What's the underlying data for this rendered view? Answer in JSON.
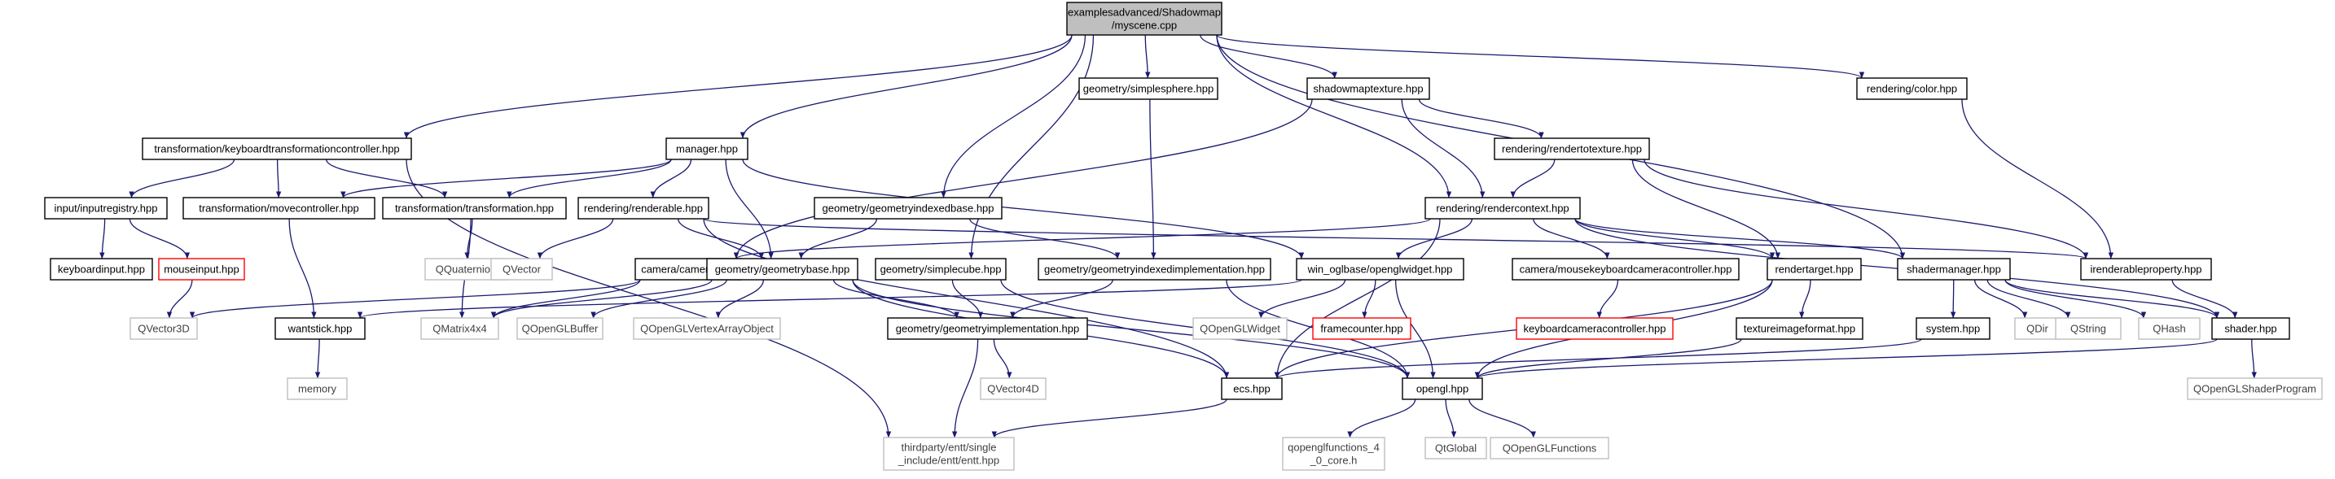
{
  "colors": {
    "edge": "#191970",
    "root_fill": "#bfbfbf",
    "root_stroke": "#000000",
    "node_fill": "#ffffff",
    "node_stroke": "#000000",
    "external_stroke": "#bfbfbf",
    "external_text": "#404040",
    "missing_stroke": "#ff0000",
    "node_text": "#000000"
  },
  "nodes": [
    {
      "id": "root",
      "kind": "root",
      "lines": [
        "examplesadvanced/Shadowmap",
        "/myscene.cpp"
      ]
    },
    {
      "id": "kbctrl",
      "kind": "normal",
      "lines": [
        "transformation/keyboardtransformationcontroller.hpp"
      ]
    },
    {
      "id": "manager",
      "kind": "normal",
      "lines": [
        "manager.hpp"
      ]
    },
    {
      "id": "simplesphere",
      "kind": "normal",
      "lines": [
        "geometry/simplesphere.hpp"
      ]
    },
    {
      "id": "shadowmaptexture",
      "kind": "normal",
      "lines": [
        "shadowmaptexture.hpp"
      ]
    },
    {
      "id": "color",
      "kind": "normal",
      "lines": [
        "rendering/color.hpp"
      ]
    },
    {
      "id": "inputregistry",
      "kind": "normal",
      "lines": [
        "input/inputregistry.hpp"
      ]
    },
    {
      "id": "movecontroller",
      "kind": "normal",
      "lines": [
        "transformation/movecontroller.hpp"
      ]
    },
    {
      "id": "transformation",
      "kind": "normal",
      "lines": [
        "transformation/transformation.hpp"
      ]
    },
    {
      "id": "renderable",
      "kind": "normal",
      "lines": [
        "rendering/renderable.hpp"
      ]
    },
    {
      "id": "geomindexedbase",
      "kind": "normal",
      "lines": [
        "geometry/geometryindexedbase.hpp"
      ]
    },
    {
      "id": "rendertotexture",
      "kind": "normal",
      "lines": [
        "rendering/rendertotexture.hpp"
      ]
    },
    {
      "id": "rendercontext",
      "kind": "normal",
      "lines": [
        "rendering/rendercontext.hpp"
      ]
    },
    {
      "id": "keyboardinput",
      "kind": "normal",
      "lines": [
        "keyboardinput.hpp"
      ]
    },
    {
      "id": "mouseinput",
      "kind": "missing",
      "lines": [
        "mouseinput.hpp"
      ]
    },
    {
      "id": "qquaternion",
      "kind": "external",
      "lines": [
        "QQuaternion"
      ]
    },
    {
      "id": "qvector",
      "kind": "external",
      "lines": [
        "QVector"
      ]
    },
    {
      "id": "camera",
      "kind": "normal",
      "lines": [
        "camera/camera.hpp"
      ]
    },
    {
      "id": "geombase",
      "kind": "normal",
      "lines": [
        "geometry/geometrybase.hpp"
      ]
    },
    {
      "id": "simplecube",
      "kind": "normal",
      "lines": [
        "geometry/simplecube.hpp"
      ]
    },
    {
      "id": "geomindexedimpl",
      "kind": "normal",
      "lines": [
        "geometry/geometryindexedimplementation.hpp"
      ]
    },
    {
      "id": "openglwidget",
      "kind": "normal",
      "lines": [
        "win_oglbase/openglwidget.hpp"
      ]
    },
    {
      "id": "mousekbcam",
      "kind": "normal",
      "lines": [
        "camera/mousekeyboardcameracontroller.hpp"
      ]
    },
    {
      "id": "rendertarget",
      "kind": "normal",
      "lines": [
        "rendertarget.hpp"
      ]
    },
    {
      "id": "shadermanager",
      "kind": "normal",
      "lines": [
        "shadermanager.hpp"
      ]
    },
    {
      "id": "irenderable",
      "kind": "normal",
      "lines": [
        "irenderableproperty.hpp"
      ]
    },
    {
      "id": "qvector3d",
      "kind": "external",
      "lines": [
        "QVector3D"
      ]
    },
    {
      "id": "wantstick",
      "kind": "normal",
      "lines": [
        "wantstick.hpp"
      ]
    },
    {
      "id": "qmatrix",
      "kind": "external",
      "lines": [
        "QMatrix4x4"
      ]
    },
    {
      "id": "qoglbuffer",
      "kind": "external",
      "lines": [
        "QOpenGLBuffer"
      ]
    },
    {
      "id": "qoglvao",
      "kind": "external",
      "lines": [
        "QOpenGLVertexArrayObject"
      ]
    },
    {
      "id": "geomimpl",
      "kind": "normal",
      "lines": [
        "geometry/geometryimplementation.hpp"
      ]
    },
    {
      "id": "qoglwidget",
      "kind": "external",
      "lines": [
        "QOpenGLWidget"
      ]
    },
    {
      "id": "framecounter",
      "kind": "missing",
      "lines": [
        "framecounter.hpp"
      ]
    },
    {
      "id": "kbcamctrl",
      "kind": "missing",
      "lines": [
        "keyboardcameracontroller.hpp"
      ]
    },
    {
      "id": "teximgformat",
      "kind": "normal",
      "lines": [
        "textureimageformat.hpp"
      ]
    },
    {
      "id": "system",
      "kind": "normal",
      "lines": [
        "system.hpp"
      ]
    },
    {
      "id": "qdir",
      "kind": "external",
      "lines": [
        "QDir"
      ]
    },
    {
      "id": "qstring",
      "kind": "external",
      "lines": [
        "QString"
      ]
    },
    {
      "id": "qhash",
      "kind": "external",
      "lines": [
        "QHash"
      ]
    },
    {
      "id": "shader",
      "kind": "normal",
      "lines": [
        "shader.hpp"
      ]
    },
    {
      "id": "memory",
      "kind": "external",
      "lines": [
        "memory"
      ]
    },
    {
      "id": "qvector4d",
      "kind": "external",
      "lines": [
        "QVector4D"
      ]
    },
    {
      "id": "ecs",
      "kind": "normal",
      "lines": [
        "ecs.hpp"
      ]
    },
    {
      "id": "opengl",
      "kind": "normal",
      "lines": [
        "opengl.hpp"
      ]
    },
    {
      "id": "qoglshaderprog",
      "kind": "external",
      "lines": [
        "QOpenGLShaderProgram"
      ]
    },
    {
      "id": "entt",
      "kind": "external",
      "lines": [
        "thirdparty/entt/single",
        "_include/entt/entt.hpp"
      ]
    },
    {
      "id": "qoglfunc4",
      "kind": "external",
      "lines": [
        "qopenglfunctions_4",
        "_0_core.h"
      ]
    },
    {
      "id": "qtglobal",
      "kind": "external",
      "lines": [
        "QtGlobal"
      ]
    },
    {
      "id": "qoglfunctions",
      "kind": "external",
      "lines": [
        "QOpenGLFunctions"
      ]
    }
  ],
  "edges": [
    {
      "from": "root",
      "to": "kbctrl"
    },
    {
      "from": "root",
      "to": "manager"
    },
    {
      "from": "root",
      "to": "simplesphere"
    },
    {
      "from": "root",
      "to": "shadowmaptexture"
    },
    {
      "from": "root",
      "to": "color"
    },
    {
      "from": "root",
      "to": "geomindexedbase"
    },
    {
      "from": "root",
      "to": "rendercontext"
    },
    {
      "from": "root",
      "to": "simplecube"
    },
    {
      "from": "root",
      "to": "shadermanager"
    },
    {
      "from": "kbctrl",
      "to": "inputregistry"
    },
    {
      "from": "kbctrl",
      "to": "movecontroller"
    },
    {
      "from": "kbctrl",
      "to": "transformation"
    },
    {
      "from": "kbctrl",
      "to": "entt"
    },
    {
      "from": "manager",
      "to": "movecontroller"
    },
    {
      "from": "manager",
      "to": "transformation"
    },
    {
      "from": "manager",
      "to": "renderable"
    },
    {
      "from": "manager",
      "to": "geombase"
    },
    {
      "from": "manager",
      "to": "openglwidget"
    },
    {
      "from": "simplesphere",
      "to": "geomindexedimpl"
    },
    {
      "from": "shadowmaptexture",
      "to": "camera"
    },
    {
      "from": "shadowmaptexture",
      "to": "rendertotexture"
    },
    {
      "from": "shadowmaptexture",
      "to": "rendercontext"
    },
    {
      "from": "color",
      "to": "irenderable"
    },
    {
      "from": "inputregistry",
      "to": "keyboardinput"
    },
    {
      "from": "inputregistry",
      "to": "mouseinput"
    },
    {
      "from": "mouseinput",
      "to": "qvector3d"
    },
    {
      "from": "movecontroller",
      "to": "wantstick"
    },
    {
      "from": "transformation",
      "to": "qquaternion"
    },
    {
      "from": "transformation",
      "to": "qmatrix"
    },
    {
      "from": "renderable",
      "to": "qvector"
    },
    {
      "from": "renderable",
      "to": "geombase"
    },
    {
      "from": "renderable",
      "to": "irenderable"
    },
    {
      "from": "renderable",
      "to": "ecs"
    },
    {
      "from": "geomindexedbase",
      "to": "geombase"
    },
    {
      "from": "geomindexedbase",
      "to": "geomindexedimpl"
    },
    {
      "from": "rendertotexture",
      "to": "rendercontext"
    },
    {
      "from": "rendertotexture",
      "to": "rendertarget"
    },
    {
      "from": "rendertotexture",
      "to": "irenderable"
    },
    {
      "from": "rendercontext",
      "to": "camera"
    },
    {
      "from": "rendercontext",
      "to": "openglwidget"
    },
    {
      "from": "rendercontext",
      "to": "mousekbcam"
    },
    {
      "from": "rendercontext",
      "to": "rendertarget"
    },
    {
      "from": "rendercontext",
      "to": "shadermanager"
    },
    {
      "from": "rendercontext",
      "to": "shader"
    },
    {
      "from": "rendercontext",
      "to": "ecs"
    },
    {
      "from": "camera",
      "to": "qvector3d"
    },
    {
      "from": "camera",
      "to": "qmatrix"
    },
    {
      "from": "geombase",
      "to": "qmatrix"
    },
    {
      "from": "geombase",
      "to": "qoglbuffer"
    },
    {
      "from": "geombase",
      "to": "qoglvao"
    },
    {
      "from": "geombase",
      "to": "geomimpl"
    },
    {
      "from": "geombase",
      "to": "ecs"
    },
    {
      "from": "geombase",
      "to": "opengl"
    },
    {
      "from": "simplecube",
      "to": "geomimpl"
    },
    {
      "from": "simplecube",
      "to": "opengl"
    },
    {
      "from": "geomindexedimpl",
      "to": "geomimpl"
    },
    {
      "from": "geomindexedimpl",
      "to": "opengl"
    },
    {
      "from": "openglwidget",
      "to": "qoglwidget"
    },
    {
      "from": "openglwidget",
      "to": "framecounter"
    },
    {
      "from": "openglwidget",
      "to": "opengl"
    },
    {
      "from": "openglwidget",
      "to": "wantstick"
    },
    {
      "from": "mousekbcam",
      "to": "kbcamctrl"
    },
    {
      "from": "rendertarget",
      "to": "teximgformat"
    },
    {
      "from": "rendertarget",
      "to": "opengl"
    },
    {
      "from": "rendertarget",
      "to": "ecs"
    },
    {
      "from": "shadermanager",
      "to": "system"
    },
    {
      "from": "shadermanager",
      "to": "qdir"
    },
    {
      "from": "shadermanager",
      "to": "qstring"
    },
    {
      "from": "shadermanager",
      "to": "qhash"
    },
    {
      "from": "shadermanager",
      "to": "shader"
    },
    {
      "from": "irenderable",
      "to": "shader"
    },
    {
      "from": "wantstick",
      "to": "memory"
    },
    {
      "from": "geomimpl",
      "to": "qvector4d"
    },
    {
      "from": "geomimpl",
      "to": "entt"
    },
    {
      "from": "teximgformat",
      "to": "opengl"
    },
    {
      "from": "system",
      "to": "ecs"
    },
    {
      "from": "shader",
      "to": "opengl"
    },
    {
      "from": "shader",
      "to": "qoglshaderprog"
    },
    {
      "from": "ecs",
      "to": "entt"
    },
    {
      "from": "opengl",
      "to": "qoglfunc4"
    },
    {
      "from": "opengl",
      "to": "qtglobal"
    },
    {
      "from": "opengl",
      "to": "qoglfunctions"
    }
  ]
}
